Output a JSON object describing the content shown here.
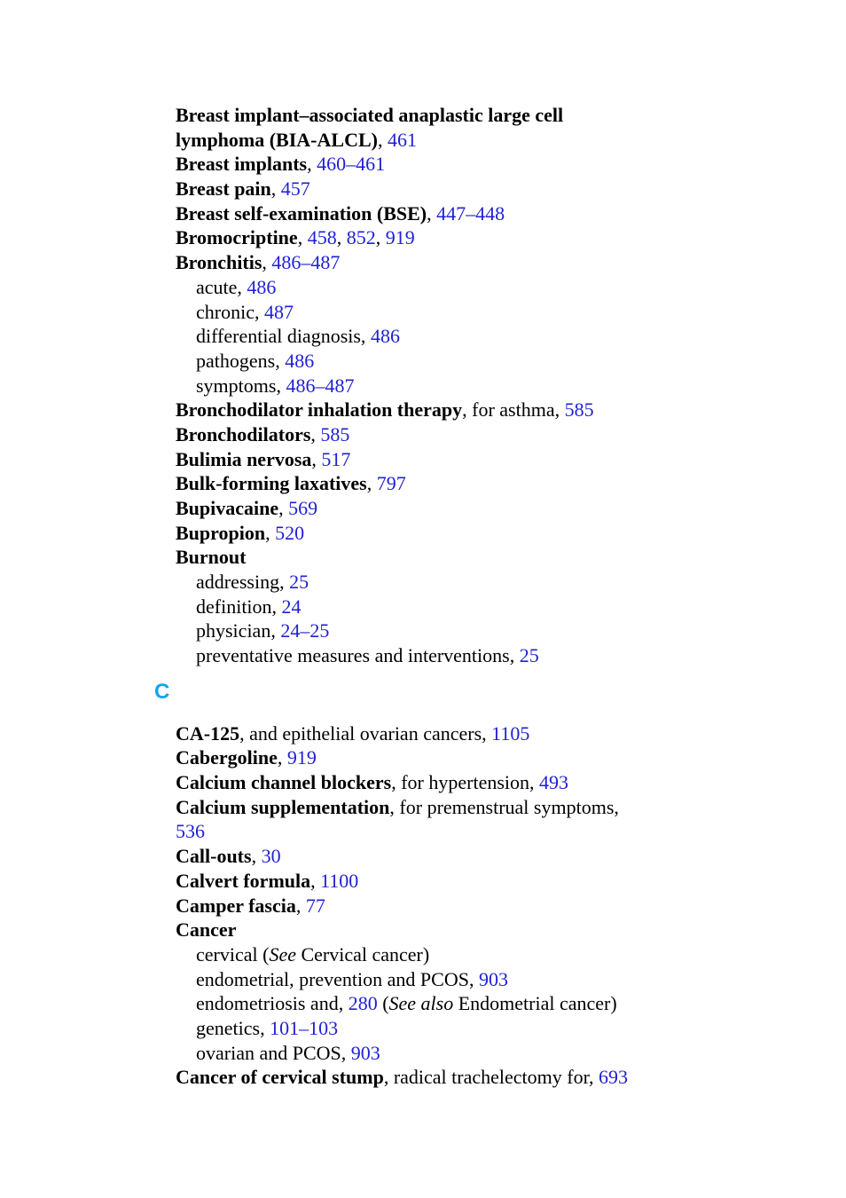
{
  "colors": {
    "page_link": "#1f1fd6",
    "section_letter": "#12a5ea",
    "text": "#000000"
  },
  "section_letter": "C",
  "entries_b": [
    {
      "term": "Breast implant–associated anaplastic large cell"
    },
    {
      "term": "lymphoma (BIA-ALCL)",
      "sep": ", ",
      "pages": [
        "461"
      ]
    },
    {
      "term": "Breast implants",
      "sep": ", ",
      "pages": [
        "460–461"
      ]
    },
    {
      "term": "Breast pain",
      "sep": ", ",
      "pages": [
        "457"
      ]
    },
    {
      "term": "Breast self-examination (BSE)",
      "sep": ", ",
      "pages": [
        "447–448"
      ]
    },
    {
      "term": "Bromocriptine",
      "sep": ", ",
      "pages": [
        "458",
        "852",
        "919"
      ]
    },
    {
      "term": "Bronchitis",
      "sep": ", ",
      "pages": [
        "486–487"
      ]
    },
    {
      "text": "acute, ",
      "pages": [
        "486"
      ]
    },
    {
      "text": "chronic, ",
      "pages": [
        "487"
      ]
    },
    {
      "text": "differential diagnosis, ",
      "pages": [
        "486"
      ]
    },
    {
      "text": "pathogens, ",
      "pages": [
        "486"
      ]
    },
    {
      "text": "symptoms, ",
      "pages": [
        "486–487"
      ]
    },
    {
      "term": "Bronchodilator inhalation therapy",
      "sep": ", for asthma, ",
      "pages": [
        "585"
      ]
    },
    {
      "term": "Bronchodilators",
      "sep": ", ",
      "pages": [
        "585"
      ]
    },
    {
      "term": "Bulimia nervosa",
      "sep": ", ",
      "pages": [
        "517"
      ]
    },
    {
      "term": "Bulk-forming laxatives",
      "sep": ", ",
      "pages": [
        "797"
      ]
    },
    {
      "term": "Bupivacaine",
      "sep": ", ",
      "pages": [
        "569"
      ]
    },
    {
      "term": "Bupropion",
      "sep": ", ",
      "pages": [
        "520"
      ]
    },
    {
      "term": "Burnout"
    },
    {
      "text": "addressing, ",
      "pages": [
        "25"
      ]
    },
    {
      "text": "definition, ",
      "pages": [
        "24"
      ]
    },
    {
      "text": "physician, ",
      "pages": [
        "24–25"
      ]
    },
    {
      "text": "preventative measures and interventions, ",
      "pages": [
        "25"
      ]
    }
  ],
  "entries_c": [
    {
      "term": "CA-125",
      "sep": ", and epithelial ovarian cancers, ",
      "pages": [
        "1105"
      ]
    },
    {
      "term": "Cabergoline",
      "sep": ", ",
      "pages": [
        "919"
      ]
    },
    {
      "term": "Calcium channel blockers",
      "sep": ", for hypertension, ",
      "pages": [
        "493"
      ]
    },
    {
      "term": "Calcium supplementation",
      "sep": ", for premenstrual symptoms,"
    },
    {
      "pages": [
        "536"
      ]
    },
    {
      "term": "Call-outs",
      "sep": ", ",
      "pages": [
        "30"
      ]
    },
    {
      "term": "Calvert formula",
      "sep": ", ",
      "pages": [
        "1100"
      ]
    },
    {
      "term": "Camper fascia",
      "sep": ", ",
      "pages": [
        "77"
      ]
    },
    {
      "term": "Cancer"
    },
    {
      "text": "cervical (",
      "see": "See",
      "after": " Cervical cancer)"
    },
    {
      "text": "endometrial, prevention and PCOS, ",
      "pages": [
        "903"
      ]
    },
    {
      "text": "endometriosis and, ",
      "pages": [
        "280"
      ],
      "after_pre": " (",
      "see": "See also",
      "after": " Endometrial cancer)"
    },
    {
      "text": "genetics, ",
      "pages": [
        "101–103"
      ]
    },
    {
      "text": "ovarian and PCOS, ",
      "pages": [
        "903"
      ]
    },
    {
      "term": "Cancer of cervical stump",
      "sep": ", radical trachelectomy for, ",
      "pages": [
        "693"
      ]
    }
  ]
}
